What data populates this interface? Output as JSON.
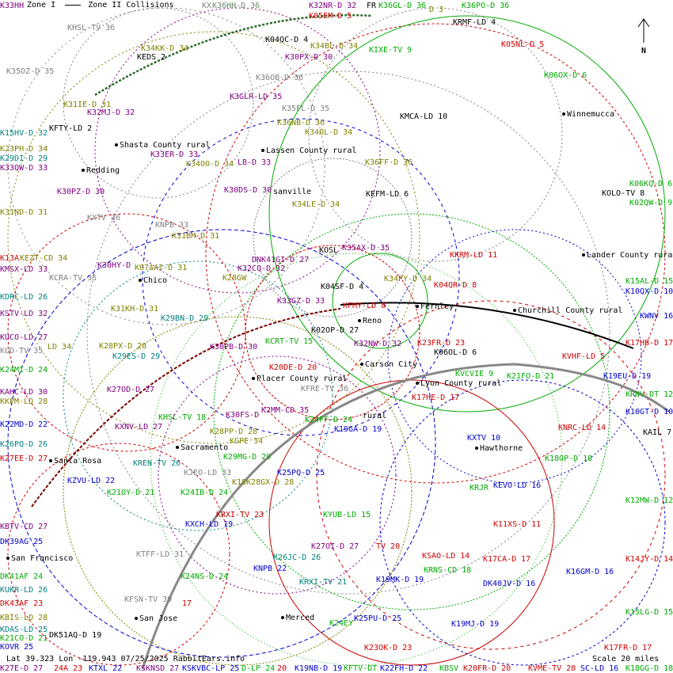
{
  "legend": {
    "zone1": "Zone I",
    "zone2": "Zone II Collisions"
  },
  "status": "Lat 39.323 Lon -119.943 07/25/2025 RabbitEars.info",
  "scale": "Scale 20 miles",
  "north": "N",
  "colors": {
    "red": "#cc0000",
    "blue": "#0000cc",
    "green": "#00aa00",
    "olive": "#808000",
    "purple": "#800080",
    "teal": "#008080",
    "gray": "#808080",
    "black": "#000000",
    "darkgreen": "#6a8a6a"
  },
  "cities": [
    "Winnemucca",
    "Shasta County rural",
    "Lassen County rural",
    "Redding",
    "Lander County rural",
    "Chico",
    "Fernley",
    "Churchill County rural",
    "Reno",
    "Carson City",
    "Placer County rural",
    "Lyon County rural",
    "Sacramento",
    "Hawthorne",
    "Santa Rosa",
    "San Francisco",
    "Merced",
    "San Jose"
  ],
  "stations": [
    {
      "t": "K33HH",
      "c": "purple"
    },
    {
      "t": "KX",
      "c": "gray"
    },
    {
      "t": "K36HH-D 36",
      "c": "darkgreen"
    },
    {
      "t": "K32NR-D 32",
      "c": "purple"
    },
    {
      "t": "FR",
      "c": "black"
    },
    {
      "t": "K36GL-D 36",
      "c": "green"
    },
    {
      "t": "D 3",
      "c": "olive"
    },
    {
      "t": "K36PO-D 36",
      "c": "green"
    },
    {
      "t": "K05EM-D 5",
      "c": "red"
    },
    {
      "t": "KRMF-LD 4",
      "c": "black"
    },
    {
      "t": "KHSL-TV 36",
      "c": "gray"
    },
    {
      "t": "K04QC-D 4",
      "c": "black"
    },
    {
      "t": "K34BL-D 34",
      "c": "olive"
    },
    {
      "t": "KIXE-TV 9",
      "c": "green"
    },
    {
      "t": "K05NL-D 5",
      "c": "red"
    },
    {
      "t": "K34KK-D 34",
      "c": "olive"
    },
    {
      "t": "KEDS 2",
      "c": "black"
    },
    {
      "t": "K30PX-D 30",
      "c": "purple"
    },
    {
      "t": "K35OZ-D 35",
      "c": "gray"
    },
    {
      "t": "K36OB-D 36",
      "c": "gray"
    },
    {
      "t": "K06OX-D 6",
      "c": "green"
    },
    {
      "t": "K3GLR-LD 35",
      "c": "purple"
    },
    {
      "t": "K31IE-D 31",
      "c": "olive"
    },
    {
      "t": "K35FL-D 35",
      "c": "gray"
    },
    {
      "t": "K32MJ-D 32",
      "c": "purple"
    },
    {
      "t": "KMCA-LD 10",
      "c": "black"
    },
    {
      "t": "K36NB-D 36",
      "c": "olive"
    },
    {
      "t": "KFTY-LD 2",
      "c": "black"
    },
    {
      "t": "K15HV-D 32",
      "c": "teal"
    },
    {
      "t": "K34OL-D 34",
      "c": "olive"
    },
    {
      "t": "K23PH-D 34",
      "c": "olive"
    },
    {
      "t": "K33ER-D 33",
      "c": "purple"
    },
    {
      "t": "K29DI-D 29",
      "c": "teal"
    },
    {
      "t": "K34OO-D 34",
      "c": "olive"
    },
    {
      "t": "K36FF-D 36",
      "c": "olive"
    },
    {
      "t": "LB-D 33",
      "c": "purple"
    },
    {
      "t": "K33QW-D 33",
      "c": "purple"
    },
    {
      "t": "K06KQ-D 6",
      "c": "green"
    },
    {
      "t": "K30PZ-D 30",
      "c": "purple"
    },
    {
      "t": "K30DS-D 30",
      "c": "purple"
    },
    {
      "t": "sanville",
      "c": "black"
    },
    {
      "t": "KEFM-LD 6",
      "c": "black"
    },
    {
      "t": "KOLO-TV 8",
      "c": "black"
    },
    {
      "t": "K34LE-D 34",
      "c": "olive"
    },
    {
      "t": "K02QW-D 9",
      "c": "green"
    },
    {
      "t": "K31ND-D 31",
      "c": "olive"
    },
    {
      "t": "KXTV 36",
      "c": "gray"
    },
    {
      "t": "KNPB 33",
      "c": "gray"
    },
    {
      "t": "K31BM-D 31",
      "c": "olive"
    },
    {
      "t": "KOSL",
      "c": "black"
    },
    {
      "t": "K35AX-D 35",
      "c": "purple"
    },
    {
      "t": "KKRM-LD 11",
      "c": "red"
    },
    {
      "t": "K13A",
      "c": "red"
    },
    {
      "t": "KEZT-CD 34",
      "c": "olive"
    },
    {
      "t": "DNK41GI-D 27",
      "c": "purple"
    },
    {
      "t": "K30HY-D",
      "c": "purple"
    },
    {
      "t": "K07AAI-D 31",
      "c": "olive"
    },
    {
      "t": "KMSX-LD 33",
      "c": "purple"
    },
    {
      "t": "K32CQ-D 32",
      "c": "purple"
    },
    {
      "t": "KCRA-TV 35",
      "c": "gray"
    },
    {
      "t": "K28GW",
      "c": "olive"
    },
    {
      "t": "K34PY-D 34",
      "c": "olive"
    },
    {
      "t": "K15AL-D 15",
      "c": "green"
    },
    {
      "t": "K04SF-D 4",
      "c": "black"
    },
    {
      "t": "K04QR-D 8",
      "c": "red"
    },
    {
      "t": "K10QX-D 10",
      "c": "blue"
    },
    {
      "t": "KDRC-LD 26",
      "c": "teal"
    },
    {
      "t": "K33GZ-D 33",
      "c": "purple"
    },
    {
      "t": "KFMY-LD 8",
      "c": "red"
    },
    {
      "t": "K31KH-D 31",
      "c": "olive"
    },
    {
      "t": "KSTV-LD 32",
      "c": "purple"
    },
    {
      "t": "KWNV 16",
      "c": "blue"
    },
    {
      "t": "K29BN-D 29",
      "c": "teal"
    },
    {
      "t": "K02OP-D 27",
      "c": "black"
    },
    {
      "t": "KUCO-LD 27",
      "c": "purple"
    },
    {
      "t": "KCRT-TV 15",
      "c": "green"
    },
    {
      "t": "K28PX-D 28",
      "c": "olive"
    },
    {
      "t": "K32NW-D 32",
      "c": "purple"
    },
    {
      "t": "K23FR-D 23",
      "c": "red"
    },
    {
      "t": "K17HB-D 17",
      "c": "red"
    },
    {
      "t": "K30PB-D 30",
      "c": "purple"
    },
    {
      "t": "K06OL-D 6",
      "c": "black"
    },
    {
      "t": "KGO-TV 35",
      "c": "gray"
    },
    {
      "t": "LD 34",
      "c": "olive"
    },
    {
      "t": "K29ES-D 29",
      "c": "teal"
    },
    {
      "t": "KVHF-LD 5",
      "c": "red"
    },
    {
      "t": "K20DE-D 20",
      "c": "red"
    },
    {
      "t": "K24MI-D 24",
      "c": "green"
    },
    {
      "t": "K21FO-D 21",
      "c": "green"
    },
    {
      "t": "K19EU-D 19",
      "c": "blue"
    },
    {
      "t": "KVCVIE 9",
      "c": "green"
    },
    {
      "t": "KAHC-LD 30",
      "c": "purple"
    },
    {
      "t": "K27OD-D 27",
      "c": "purple"
    },
    {
      "t": "KFRE-TV 36",
      "c": "gray"
    },
    {
      "t": "K17HE-D 17",
      "c": "red"
    },
    {
      "t": "KRNV-DT 12",
      "c": "green"
    },
    {
      "t": "KKPM-LD 28",
      "c": "olive"
    },
    {
      "t": "K2MM-CD 35",
      "c": "purple"
    },
    {
      "t": "K30FS-D",
      "c": "purple"
    },
    {
      "t": "K24FF-D 24",
      "c": "green"
    },
    {
      "t": "rural",
      "c": "black"
    },
    {
      "t": "KHSL-TV 18",
      "c": "green"
    },
    {
      "t": "K10GT-D 10",
      "c": "blue"
    },
    {
      "t": "K22MD-D 22",
      "c": "blue"
    },
    {
      "t": "KXNV-LD 27",
      "c": "purple"
    },
    {
      "t": "K19GA-D 19",
      "c": "blue"
    },
    {
      "t": "KNRC-LD 14",
      "c": "red"
    },
    {
      "t": "KAIL 7",
      "c": "black"
    },
    {
      "t": "K28PP-D 28",
      "c": "olive"
    },
    {
      "t": "KGPE 34",
      "c": "olive"
    },
    {
      "t": "KXTV 10",
      "c": "blue"
    },
    {
      "t": "K26PQ-D 26",
      "c": "teal"
    },
    {
      "t": "K27EE-D 27",
      "c": "red"
    },
    {
      "t": "K29MG-D 29",
      "c": "green"
    },
    {
      "t": "K18OP-D 18",
      "c": "green"
    },
    {
      "t": "KREN-TV 26",
      "c": "teal"
    },
    {
      "t": "KJEO-LD 33",
      "c": "gray"
    },
    {
      "t": "K25PQ-D 25",
      "c": "blue"
    },
    {
      "t": "KZVU-LD 22",
      "c": "blue"
    },
    {
      "t": "K18K28GX-D 28",
      "c": "olive"
    },
    {
      "t": "KEVO-LD 16",
      "c": "blue"
    },
    {
      "t": "K21OY-D 21",
      "c": "green"
    },
    {
      "t": "K24IB-D 24",
      "c": "green"
    },
    {
      "t": "KRJR",
      "c": "green"
    },
    {
      "t": "K12MW-D 12",
      "c": "green"
    },
    {
      "t": "KRXI-TV 23",
      "c": "red"
    },
    {
      "t": "KYUB-LD 15",
      "c": "green"
    },
    {
      "t": "KXCH-LD 19",
      "c": "blue"
    },
    {
      "t": "K11XS-D 11",
      "c": "red"
    },
    {
      "t": "KBTV-CD 27",
      "c": "purple"
    },
    {
      "t": "DK39AG 25",
      "c": "blue"
    },
    {
      "t": "K27OI-D 27",
      "c": "purple"
    },
    {
      "t": "TV 20",
      "c": "red"
    },
    {
      "t": "KSAO-LD 14",
      "c": "red"
    },
    {
      "t": "KTFF-LD 31",
      "c": "gray"
    },
    {
      "t": "K17CA-D 17",
      "c": "red"
    },
    {
      "t": "K14JY-D 14",
      "c": "red"
    },
    {
      "t": "K26JC-D 26",
      "c": "teal"
    },
    {
      "t": "KNPB 22",
      "c": "blue"
    },
    {
      "t": "KRNS-CD 18",
      "c": "green"
    },
    {
      "t": "K16GM-D 16",
      "c": "blue"
    },
    {
      "t": "DK41AF 24",
      "c": "green"
    },
    {
      "t": "K24NS-D 24",
      "c": "green"
    },
    {
      "t": "K19MK-D 19",
      "c": "blue"
    },
    {
      "t": "KRXI-TV 21",
      "c": "teal"
    },
    {
      "t": "DK40JV-D 16",
      "c": "blue"
    },
    {
      "t": "KUKR-LD 26",
      "c": "teal"
    },
    {
      "t": "KFSN-TV 30",
      "c": "gray"
    },
    {
      "t": "17",
      "c": "red"
    },
    {
      "t": "DK43AF 23",
      "c": "red"
    },
    {
      "t": "K15LG-D 15",
      "c": "green"
    },
    {
      "t": "KBIS-LD 28",
      "c": "olive"
    },
    {
      "t": "K25PU-D 25",
      "c": "blue"
    },
    {
      "t": "K24EY",
      "c": "green"
    },
    {
      "t": "K19MJ-D 19",
      "c": "blue"
    },
    {
      "t": "KDAS-LD 25",
      "c": "teal"
    },
    {
      "t": "DK51AQ-D 19",
      "c": "black"
    },
    {
      "t": "K17FR-D 17",
      "c": "red"
    },
    {
      "t": "KOVR 25",
      "c": "blue"
    },
    {
      "t": "K23OK-D 23",
      "c": "red"
    },
    {
      "t": "K21CO-D 21",
      "c": "green"
    },
    {
      "t": "K27E-D 27",
      "c": "purple"
    },
    {
      "t": "24A 23",
      "c": "red"
    },
    {
      "t": "KTXL 22",
      "c": "blue"
    },
    {
      "t": "KSKNSD 27",
      "c": "purple"
    },
    {
      "t": "KSKVBC-LP 25",
      "c": "blue"
    },
    {
      "t": "D-LP 24",
      "c": "green"
    },
    {
      "t": "20",
      "c": "red"
    },
    {
      "t": "K19NB-D 19",
      "c": "blue"
    },
    {
      "t": "KFTV-DT",
      "c": "green"
    },
    {
      "t": "K22FH-D 22",
      "c": "blue"
    },
    {
      "t": "KBSV",
      "c": "green"
    },
    {
      "t": "K20FR-D 20",
      "c": "red"
    },
    {
      "t": "KVME-TV 20",
      "c": "red"
    },
    {
      "t": "SC-LD 16",
      "c": "blue"
    },
    {
      "t": "K18GG-D 18",
      "c": "green"
    }
  ]
}
